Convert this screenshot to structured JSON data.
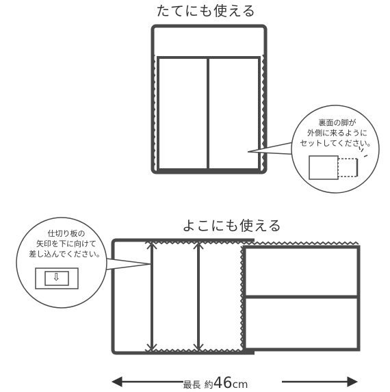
{
  "vertical_use": {
    "title": "たてにも使える",
    "callout_lines": [
      "裏面の脚が",
      "外側に来るように",
      "セットしてください。"
    ]
  },
  "horizontal_use": {
    "title": "よこにも使える",
    "callout_lines": [
      "仕切り板の",
      "矢印を下に向けて",
      "差し込んでください。"
    ],
    "arrow_glyph": "⇩"
  },
  "measurement": {
    "prefix": "最長",
    "approx": "約",
    "value": "46",
    "unit": "cm"
  },
  "colors": {
    "line": "#4a4a4a",
    "text": "#333333",
    "background": "#ffffff"
  }
}
